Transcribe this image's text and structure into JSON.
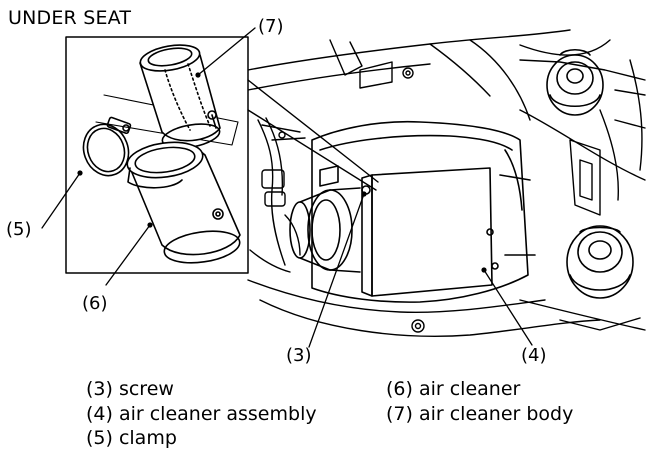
{
  "title": "UNDER SEAT",
  "callouts": {
    "c3": "(3)",
    "c4": "(4)",
    "c5": "(5)",
    "c6": "(6)",
    "c7": "(7)"
  },
  "legend": {
    "left": [
      "(3) screw",
      "(4) air cleaner assembly",
      "(5) clamp"
    ],
    "right": [
      "(6) air cleaner",
      "(7) air cleaner body"
    ]
  }
}
